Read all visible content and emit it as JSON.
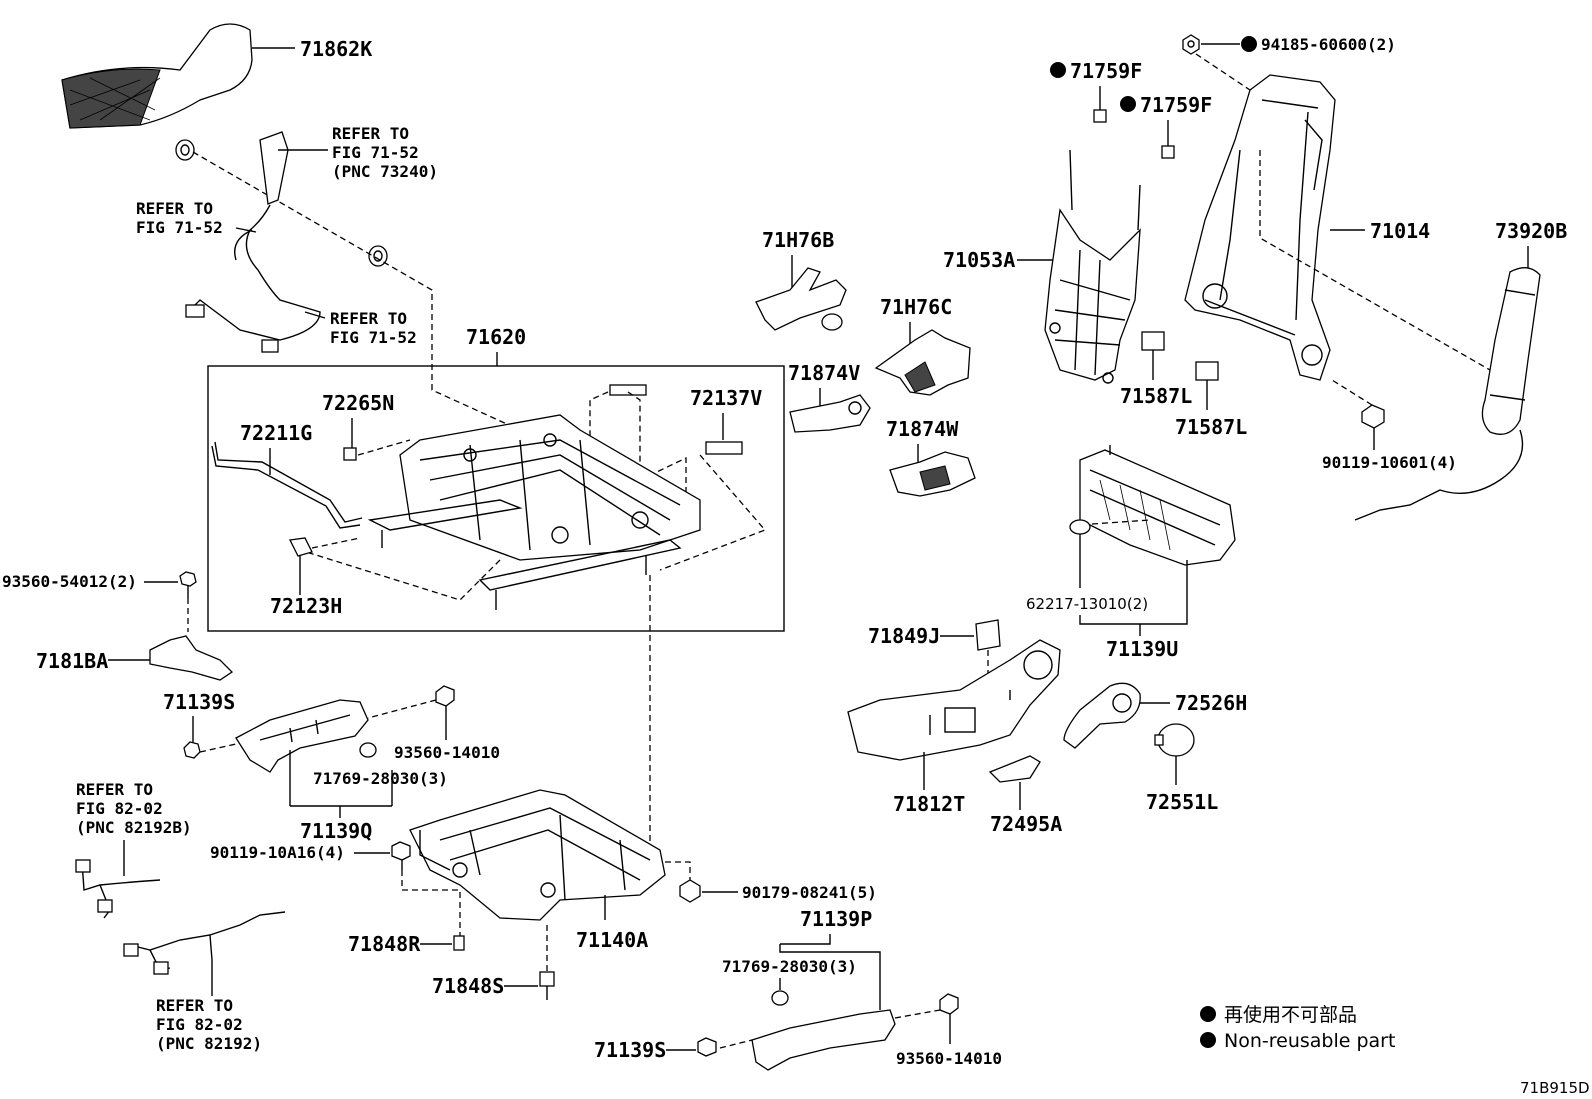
{
  "labels": {
    "p71862K": "71862K",
    "p71620": "71620",
    "p72265N": "72265N",
    "p72211G": "72211G",
    "p72137V": "72137V",
    "p72123H": "72123H",
    "p71H76B": "71H76B",
    "p71H76C": "71H76C",
    "p71874V": "71874V",
    "p71874W": "71874W",
    "p71759F_a": "71759F",
    "p71759F_b": "71759F",
    "p94185": "94185-60600(2)",
    "p71053A": "71053A",
    "p71014": "71014",
    "p73920B": "73920B",
    "p71587L_a": "71587L",
    "p71587L_b": "71587L",
    "p90119_10601": "90119-10601(4)",
    "p62217": "62217-13010(2)",
    "p71139U": "71139U",
    "p71849J": "71849J",
    "p72526H": "72526H",
    "p71812T": "71812T",
    "p72495A": "72495A",
    "p72551L": "72551L",
    "p93560_54012": "93560-54012(2)",
    "p7181BA": "7181BA",
    "p71139S_a": "71139S",
    "p93560_14010_a": "93560-14010",
    "p71769_28030_a": "71769-28030(3)",
    "p71139Q": "71139Q",
    "p90119_10A16": "90119-10A16(4)",
    "p90179": "90179-08241(5)",
    "p71848R": "71848R",
    "p71140A": "71140A",
    "p71848S": "71848S",
    "p71139P": "71139P",
    "p71769_28030_b": "71769-28030(3)",
    "p71139S_b": "71139S",
    "p93560_14010_b": "93560-14010"
  },
  "refs": {
    "ref_a": [
      "REFER TO",
      "FIG 71-52",
      "(PNC 73240)"
    ],
    "ref_b": [
      "REFER TO",
      "FIG 71-52"
    ],
    "ref_c": [
      "REFER TO",
      "FIG 71-52"
    ],
    "ref_d": [
      "REFER TO",
      "FIG 82-02",
      "(PNC 82192B)"
    ],
    "ref_e": [
      "REFER TO",
      "FIG 82-02",
      "(PNC 82192)"
    ]
  },
  "legend": {
    "line1": "再使用不可部品",
    "line2": "Non-reusable part"
  },
  "diagram_code": "71B915D"
}
